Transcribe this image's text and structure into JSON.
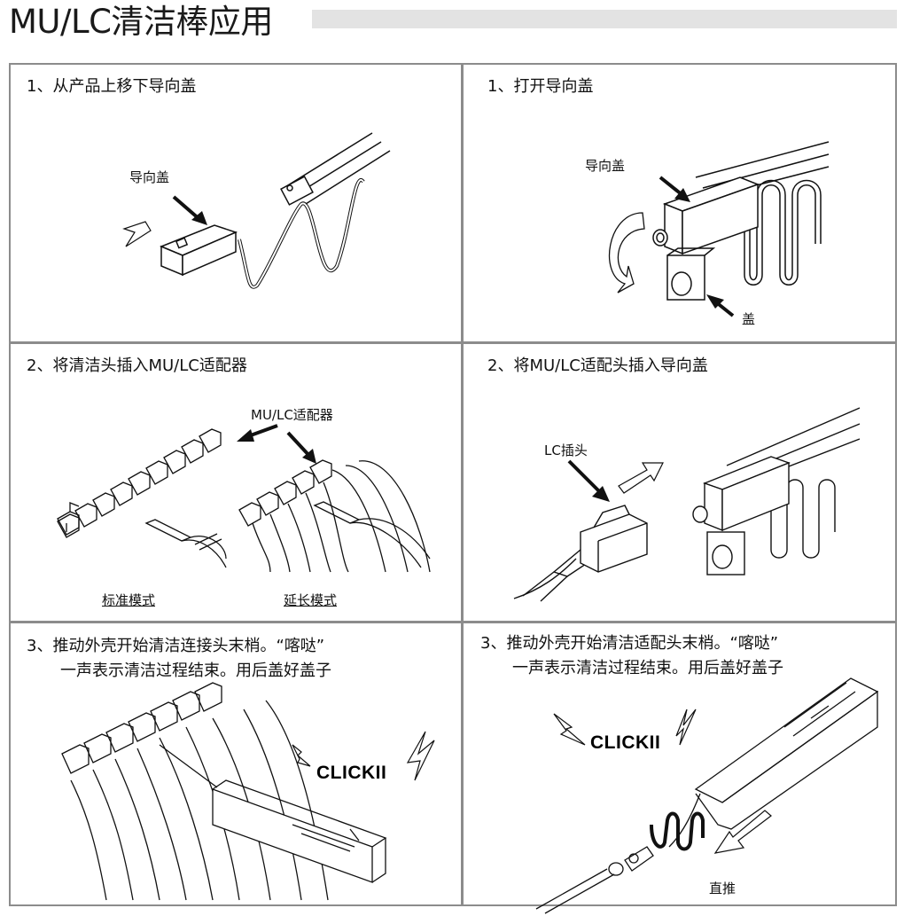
{
  "title": "MU/LC清洁棒应用",
  "panels": {
    "p1": {
      "caption": "1、从产品上移下导向盖",
      "label_guide_cap": "导向盖"
    },
    "p2": {
      "caption": "1、打开导向盖",
      "label_guide_cap": "导向盖",
      "label_cover": "盖"
    },
    "p3": {
      "caption": "2、将清洁头插入MU/LC适配器",
      "label_adapter": "MU/LC适配器",
      "label_standard": "标准模式",
      "label_extended": "延长模式"
    },
    "p4": {
      "caption": "2、将MU/LC适配头插入导向盖",
      "label_lc_plug": "LC插头"
    },
    "p5": {
      "caption_line1": "3、推动外壳开始清洁连接头末梢。“喀哒”",
      "caption_line2": "一声表示清洁过程结束。用后盖好盖子",
      "click": "CLICKII"
    },
    "p6": {
      "caption_line1": "3、推动外壳开始清洁适配头末梢。“喀哒”",
      "caption_line2": "一声表示清洁过程结束。用后盖好盖子",
      "click": "CLICKII",
      "label_push": "直推"
    }
  }
}
